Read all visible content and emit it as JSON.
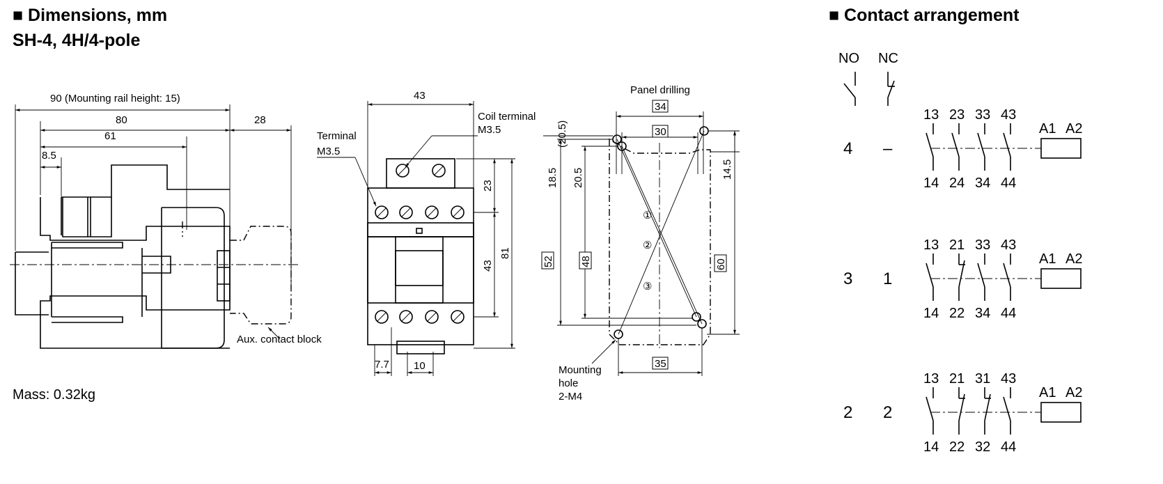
{
  "headings": {
    "dimensions": "■ Dimensions, mm",
    "model": "SH-4, 4H/4-pole",
    "contact_arrangement": "■ Contact arrangement"
  },
  "side_view": {
    "dim_overall": "90 (Mounting rail height: 15)",
    "dim_80": "80",
    "dim_61": "61",
    "dim_8_5": "8.5",
    "dim_28": "28",
    "aux_label": "Aux. contact block",
    "mass": "Mass: 0.32kg"
  },
  "front_view": {
    "dim_width": "43",
    "coil_terminal": "Coil terminal",
    "coil_terminal_size": "M3.5",
    "terminal": "Terminal",
    "terminal_size": "M3.5",
    "dim_23": "23",
    "dim_43": "43",
    "dim_81": "81",
    "dim_7_7": "7.7",
    "dim_10": "10"
  },
  "panel_drilling": {
    "title": "Panel drilling",
    "dim_34": "34",
    "dim_30": "30",
    "dim_20_5_paren": "(20.5)",
    "dim_18_5": "18.5",
    "dim_20_5": "20.5",
    "dim_14_5": "14.5",
    "dim_52": "52",
    "dim_48": "48",
    "dim_60": "60",
    "dim_35": "35",
    "marks": [
      "①",
      "②",
      "③"
    ],
    "mounting_hole": [
      "Mounting",
      "hole",
      "2-M4"
    ]
  },
  "contacts": {
    "no_label": "NO",
    "nc_label": "NC",
    "rows": [
      {
        "no": "4",
        "nc": "–",
        "top": [
          "13",
          "23",
          "33",
          "43"
        ],
        "bottom": [
          "14",
          "24",
          "34",
          "44"
        ],
        "types": [
          "NO",
          "NO",
          "NO",
          "NO"
        ],
        "coil": [
          "A1",
          "A2"
        ]
      },
      {
        "no": "3",
        "nc": "1",
        "top": [
          "13",
          "21",
          "33",
          "43"
        ],
        "bottom": [
          "14",
          "22",
          "34",
          "44"
        ],
        "types": [
          "NO",
          "NC",
          "NO",
          "NO"
        ],
        "coil": [
          "A1",
          "A2"
        ]
      },
      {
        "no": "2",
        "nc": "2",
        "top": [
          "13",
          "21",
          "31",
          "43"
        ],
        "bottom": [
          "14",
          "22",
          "32",
          "44"
        ],
        "types": [
          "NO",
          "NC",
          "NC",
          "NO"
        ],
        "coil": [
          "A1",
          "A2"
        ]
      }
    ]
  }
}
